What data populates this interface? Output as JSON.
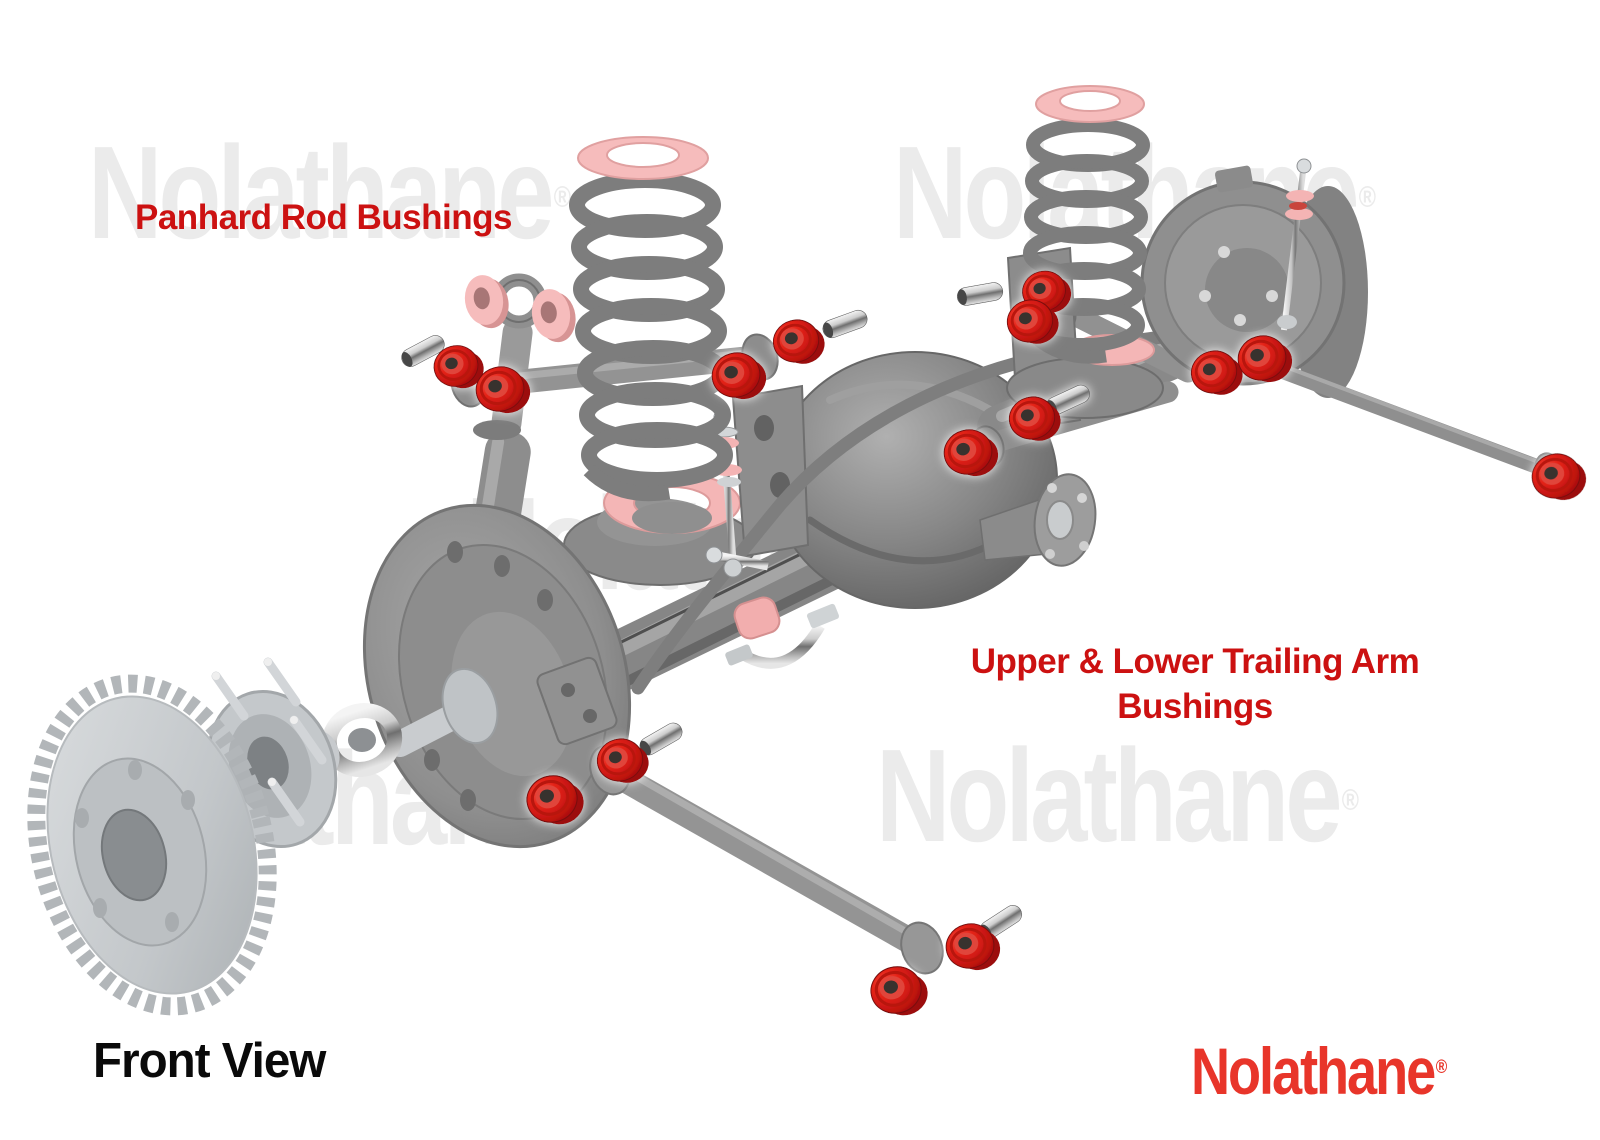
{
  "labels": {
    "panhard": "Panhard Rod Bushings",
    "trailing_line1": "Upper & Lower Trailing Arm",
    "trailing_line2": "Bushings",
    "view_caption": "Front View"
  },
  "watermark": {
    "word": "Nolathane",
    "registered_mark": "®"
  },
  "brand": {
    "word": "Nolathane",
    "registered_mark": "®"
  },
  "colors": {
    "background": "#ffffff",
    "label_red": "#cc1111",
    "logo_red": "#e8352a",
    "watermark_gray": "#ebebeb",
    "bushing_red": "#e31b1b",
    "isolator_pink": "#f5b6b6",
    "metal_gray": "#8f8f8f",
    "chrome_light": "#f2f2f2"
  }
}
